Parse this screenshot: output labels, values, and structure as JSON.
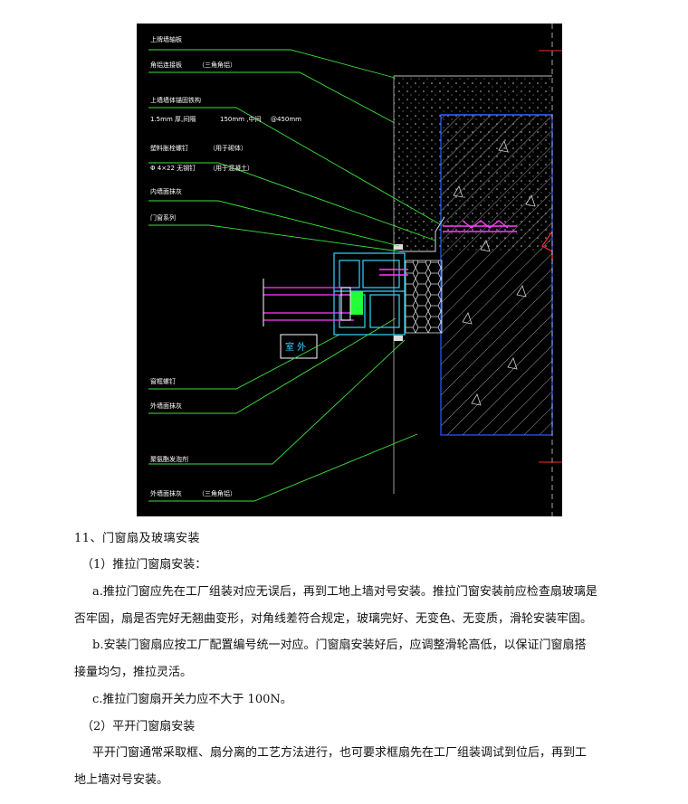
{
  "drawing": {
    "labels": [
      "上牌墙轴板",
      "角铝连接板",
      "（三角角铝）",
      "上墙墙体锚固铁构",
      "1.5mm 厚,间隔",
      "150mm  ,中间",
      "@450mm",
      "塑料胀栓螺钉",
      "（用于砌体）",
      "Φ 4×22 无钢钉",
      "（用于混凝土）",
      "内墙面抹灰",
      "门窗系列",
      "室 外",
      "窗框螺钉",
      "外墙面抹灰",
      "聚氨酯发泡剂",
      "外墙面抹灰",
      "（三角角铝）"
    ]
  },
  "text": {
    "section_title": "11、门窗扇及玻璃安装",
    "sub1_title": "（1）推拉门窗扇安装：",
    "para_a_line1": "a.推拉门窗应先在工厂组装对应无误后，再到工地上墙对号安装。推拉门窗安装前应检查扇玻璃是",
    "para_a_line2": "否牢固，扇是否完好无翘曲变形，对角线差符合规定，玻璃完好、无变色、无变质，滑轮安装牢固。",
    "para_b_line1": "b.安装门窗扇应按工厂配置编号统一对应。门窗扇安装好后，应调整滑轮高低，以保证门窗扇搭",
    "para_b_line2": "接量均匀，推拉灵活。",
    "para_c": "c.推拉门窗扇开关力应不大于 100N。",
    "sub2_title": "（2）平开门窗扇安装",
    "para_d_line1": "平开门窗通常采取框、扇分离的工艺方法进行，也可要求框扇先在工厂组装调试到位后，再到工",
    "para_d_line2": "地上墙对号安装。"
  }
}
